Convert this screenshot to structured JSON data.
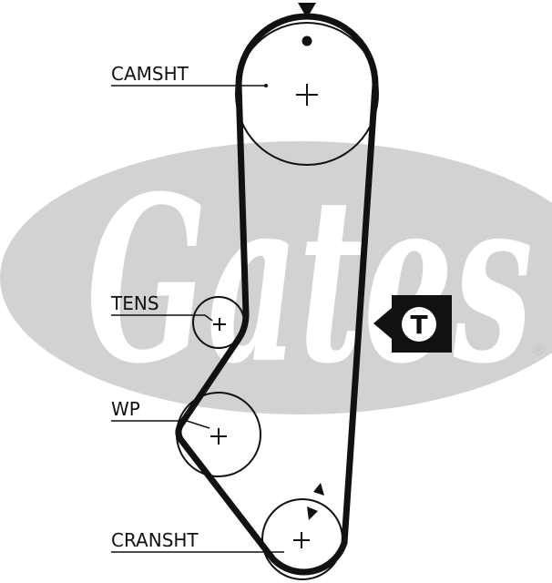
{
  "watermark": {
    "text": "Gates",
    "registered_mark": "®",
    "ellipse_color": "#d2d2d2",
    "letter_color": "#ffffff"
  },
  "labels": {
    "camshaft": "CAMSHT",
    "tensioner": "TENS",
    "water_pump": "WP",
    "crankshaft": "CRANSHT"
  },
  "tension_marker": {
    "letter": "T"
  },
  "colors": {
    "belt": "#111111",
    "background": "#ffffff"
  }
}
